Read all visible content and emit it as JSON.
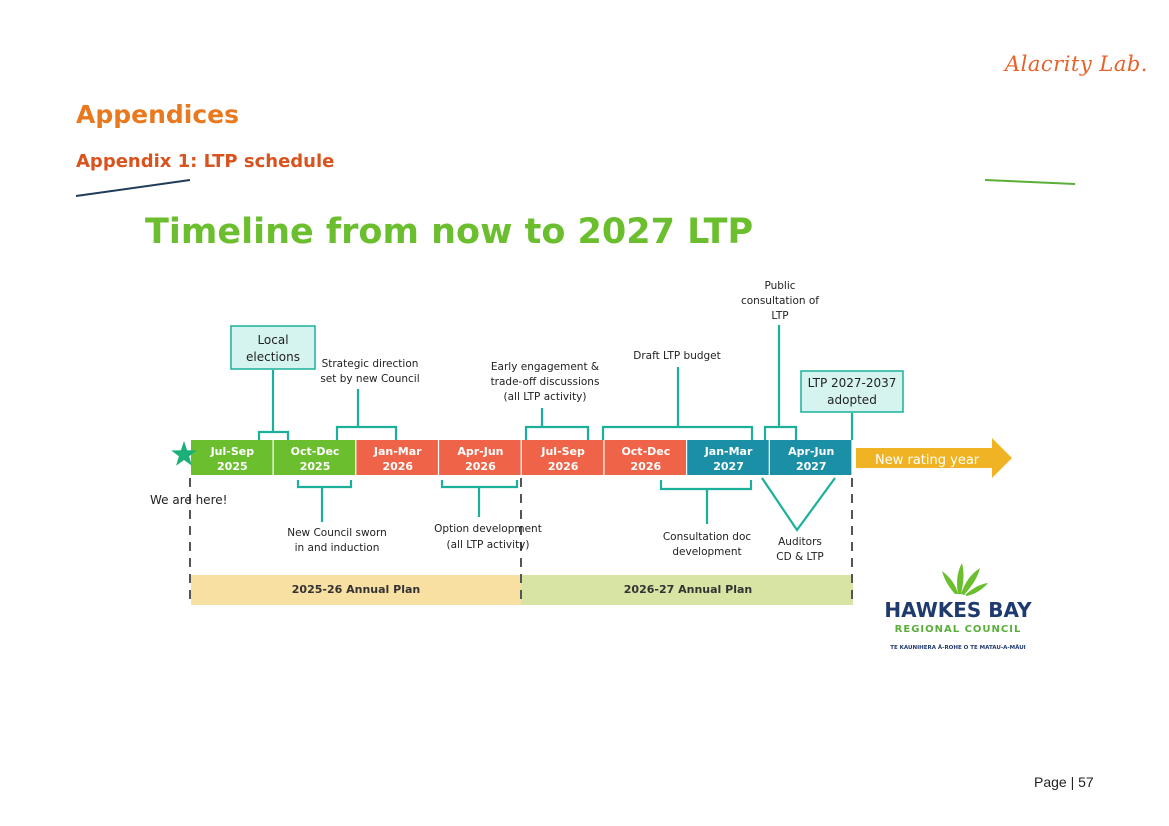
{
  "header": {
    "brand_logo": "Alacrity Lab."
  },
  "page": {
    "title": "Appendices",
    "subtitle": "Appendix 1: LTP schedule"
  },
  "slide": {
    "title": "Timeline from now to 2027 LTP",
    "periods": [
      {
        "label1": "Jul-Sep",
        "label2": "2025",
        "color": "#6bbf2e"
      },
      {
        "label1": "Oct-Dec",
        "label2": "2025",
        "color": "#6bbf2e"
      },
      {
        "label1": "Jan-Mar",
        "label2": "2026",
        "color": "#ef6448"
      },
      {
        "label1": "Apr-Jun",
        "label2": "2026",
        "color": "#ef6448"
      },
      {
        "label1": "Jul-Sep",
        "label2": "2026",
        "color": "#ef6448"
      },
      {
        "label1": "Oct-Dec",
        "label2": "2026",
        "color": "#ef6448"
      },
      {
        "label1": "Jan-Mar",
        "label2": "2027",
        "color": "#1b8fa6"
      },
      {
        "label1": "Apr-Jun",
        "label2": "2027",
        "color": "#1b8fa6"
      }
    ],
    "new_rating_year": "New rating year",
    "we_are_here": "We are here!",
    "callouts": {
      "local_elections": [
        "Local",
        "elections"
      ],
      "strategic": [
        "Strategic direction",
        "set by new Council"
      ],
      "early_engagement": [
        "Early engagement &",
        "trade-off discussions",
        "(all LTP activity)"
      ],
      "draft_budget": [
        "Draft LTP budget"
      ],
      "public_consultation": [
        "Public",
        "consultation of",
        "LTP"
      ],
      "ltp_adopted": [
        "LTP 2027-2037",
        "adopted"
      ],
      "new_council": [
        "New Council sworn",
        "in and induction"
      ],
      "option_dev": [
        "Option development",
        "(all LTP activity)"
      ],
      "consultation_doc": [
        "Consultation doc",
        "development"
      ],
      "auditors": [
        "Auditors",
        "CD & LTP"
      ]
    },
    "annual_plans": [
      "2025-26 Annual Plan",
      "2026-27 Annual Plan"
    ],
    "org_logo": {
      "name": "HAWKES BAY",
      "sub": "REGIONAL COUNCIL",
      "tagline": "TE KAUNIHERA Ā-ROHE O TE MATAU-A-MĀUI"
    }
  },
  "footer": {
    "page": "Page | 57"
  },
  "colors": {
    "accent_orange": "#e9791f",
    "teal": "#1ab09a",
    "green": "#6bbf2e",
    "red": "#ef6448",
    "blue": "#1b8fa6",
    "gold": "#f0b323"
  }
}
